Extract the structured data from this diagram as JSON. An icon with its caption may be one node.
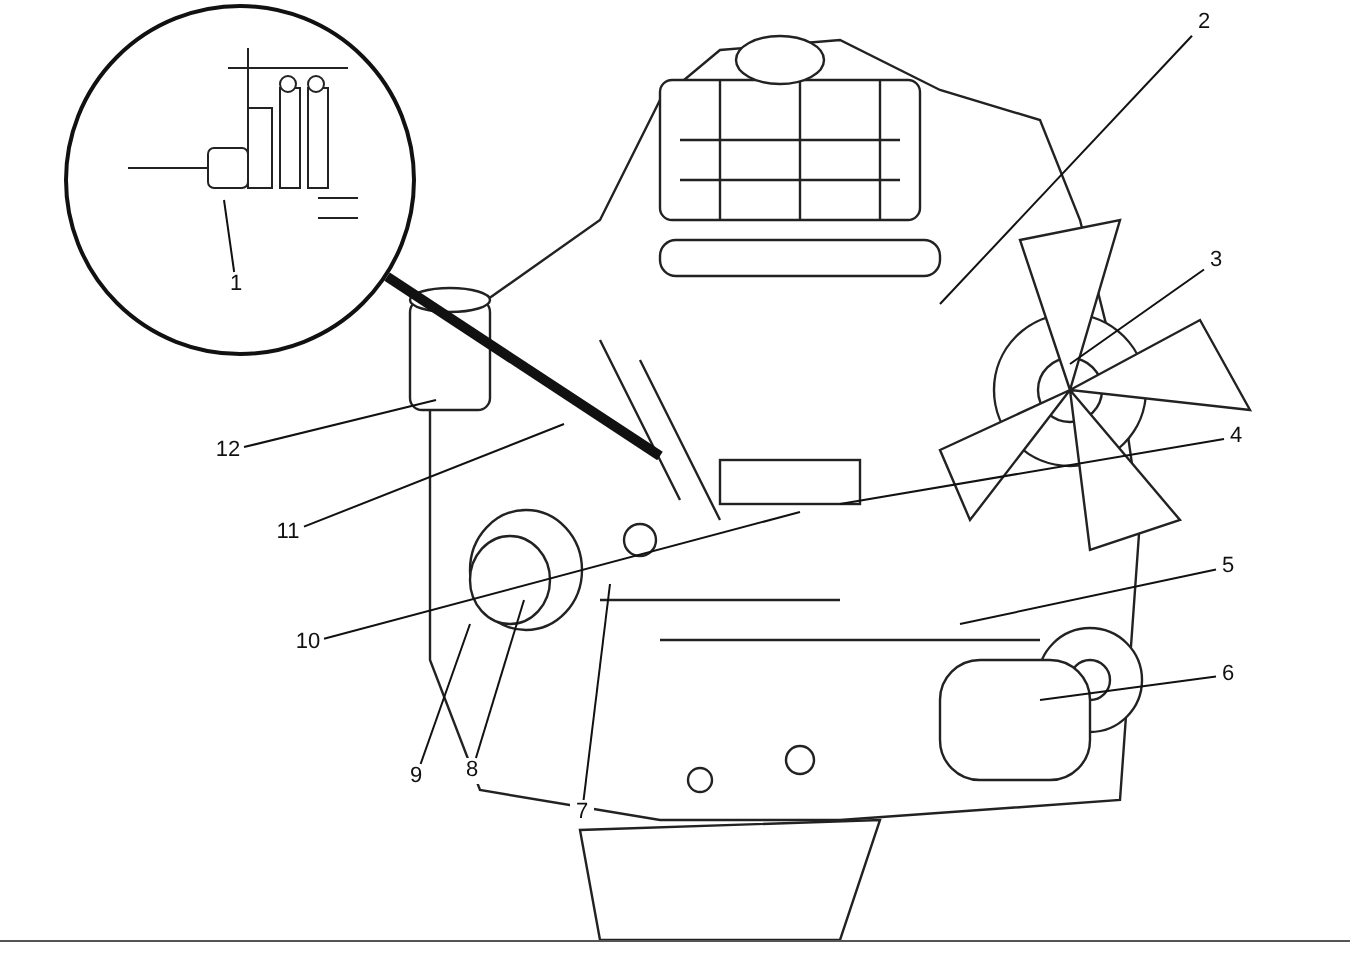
{
  "diagram": {
    "nodes": [
      {
        "text": [],
        "shape": "picture"
      },
      {
        "text": [
          "1"
        ],
        "in": 0
      },
      {
        "text": [
          "2"
        ]
      },
      {
        "text": [
          "3"
        ]
      },
      {
        "text": [
          "4"
        ]
      },
      {
        "text": [
          "5"
        ]
      },
      {
        "text": [
          "6"
        ]
      },
      {
        "text": [
          "7"
        ]
      },
      {
        "text": [
          "8"
        ]
      },
      {
        "text": [
          "9"
        ]
      },
      {
        "text": [
          "10"
        ]
      },
      {
        "text": [
          "11"
        ]
      },
      {
        "text": [
          "12"
        ]
      }
    ],
    "edges": [
      {
        "from": 0,
        "to": null,
        "arrow": "none",
        "style": "thick"
      },
      {
        "from": 1,
        "to": null,
        "arrow": "none"
      },
      {
        "from": 2,
        "to": null,
        "arrow": "none"
      },
      {
        "from": 3,
        "to": null,
        "arrow": "none"
      },
      {
        "from": 4,
        "to": null,
        "arrow": "none"
      },
      {
        "from": 5,
        "to": null,
        "arrow": "none"
      },
      {
        "from": 6,
        "to": null,
        "arrow": "none"
      },
      {
        "from": 7,
        "to": null,
        "arrow": "none"
      },
      {
        "from": 8,
        "to": null,
        "arrow": "none"
      },
      {
        "from": 9,
        "to": null,
        "arrow": "none"
      },
      {
        "from": 10,
        "to": null,
        "arrow": "none"
      },
      {
        "from": 11,
        "to": null,
        "arrow": "none"
      },
      {
        "from": 12,
        "to": null,
        "arrow": "none"
      }
    ]
  }
}
